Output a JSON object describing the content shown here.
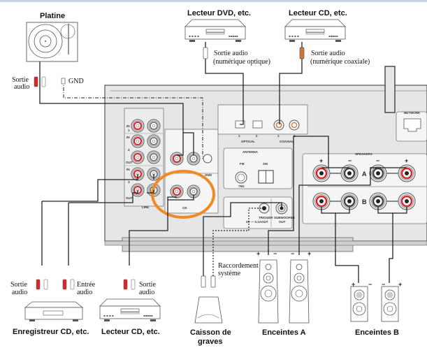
{
  "devices": {
    "turntable": "Platine",
    "dvd_player": "Lecteur DVD, etc.",
    "cd_player_top": "Lecteur CD, etc.",
    "cd_recorder": "Enregistreur CD, etc.",
    "cd_player_bottom": "Lecteur CD, etc.",
    "subwoofer_line1": "Caisson de",
    "subwoofer_line2": "graves",
    "speakers_a": "Enceintes A",
    "speakers_b": "Enceintes B"
  },
  "annotations": {
    "turntable_out_1": "Sortie",
    "turntable_out_2": "audio",
    "gnd": "GND",
    "dvd_out_1": "Sortie audio",
    "dvd_out_2": "(numérique optique)",
    "cd_top_out_1": "Sortie audio",
    "cd_top_out_2": "(numérique coaxiale)",
    "recorder_out_1": "Sortie",
    "recorder_out_2": "audio",
    "recorder_in_1": "Entrée",
    "recorder_in_2": "audio",
    "cd_bottom_out_1": "Sortie",
    "cd_bottom_out_2": "audio",
    "system_link_1": "Raccordement",
    "system_link_2": "système"
  },
  "panel": {
    "line": "LINE",
    "cd": "CD",
    "gnd": "GND",
    "in": "IN",
    "out": "OUT",
    "in1": "1",
    "in2": "2",
    "in3": "3",
    "optical": "OPTICAL",
    "coaxial": "COAXIAL",
    "opt1": "1",
    "opt2": "2",
    "coax1": "1",
    "coax2": "2",
    "antenna": "ANTENNA",
    "fm": "FM",
    "fm_ohm": "75Ω",
    "am": "AM",
    "trigger": "TRIGGER",
    "trigger_out": "OUT",
    "trigger_spec": "2V — 0.1A",
    "subwoofer": "SUBWOOFER",
    "subwoofer_out": "OUT",
    "network": "NETWORK",
    "speakers": "SPEAKERS",
    "spk_a": "A",
    "spk_b": "B",
    "r": "R",
    "l": "L",
    "plus": "+",
    "minus": "−"
  },
  "colors": {
    "highlight_circle": "#f08a24",
    "red_jack": "#d8262c",
    "panel_fill": "#e6e6e6",
    "coaxial_plug": "#c9783a"
  }
}
